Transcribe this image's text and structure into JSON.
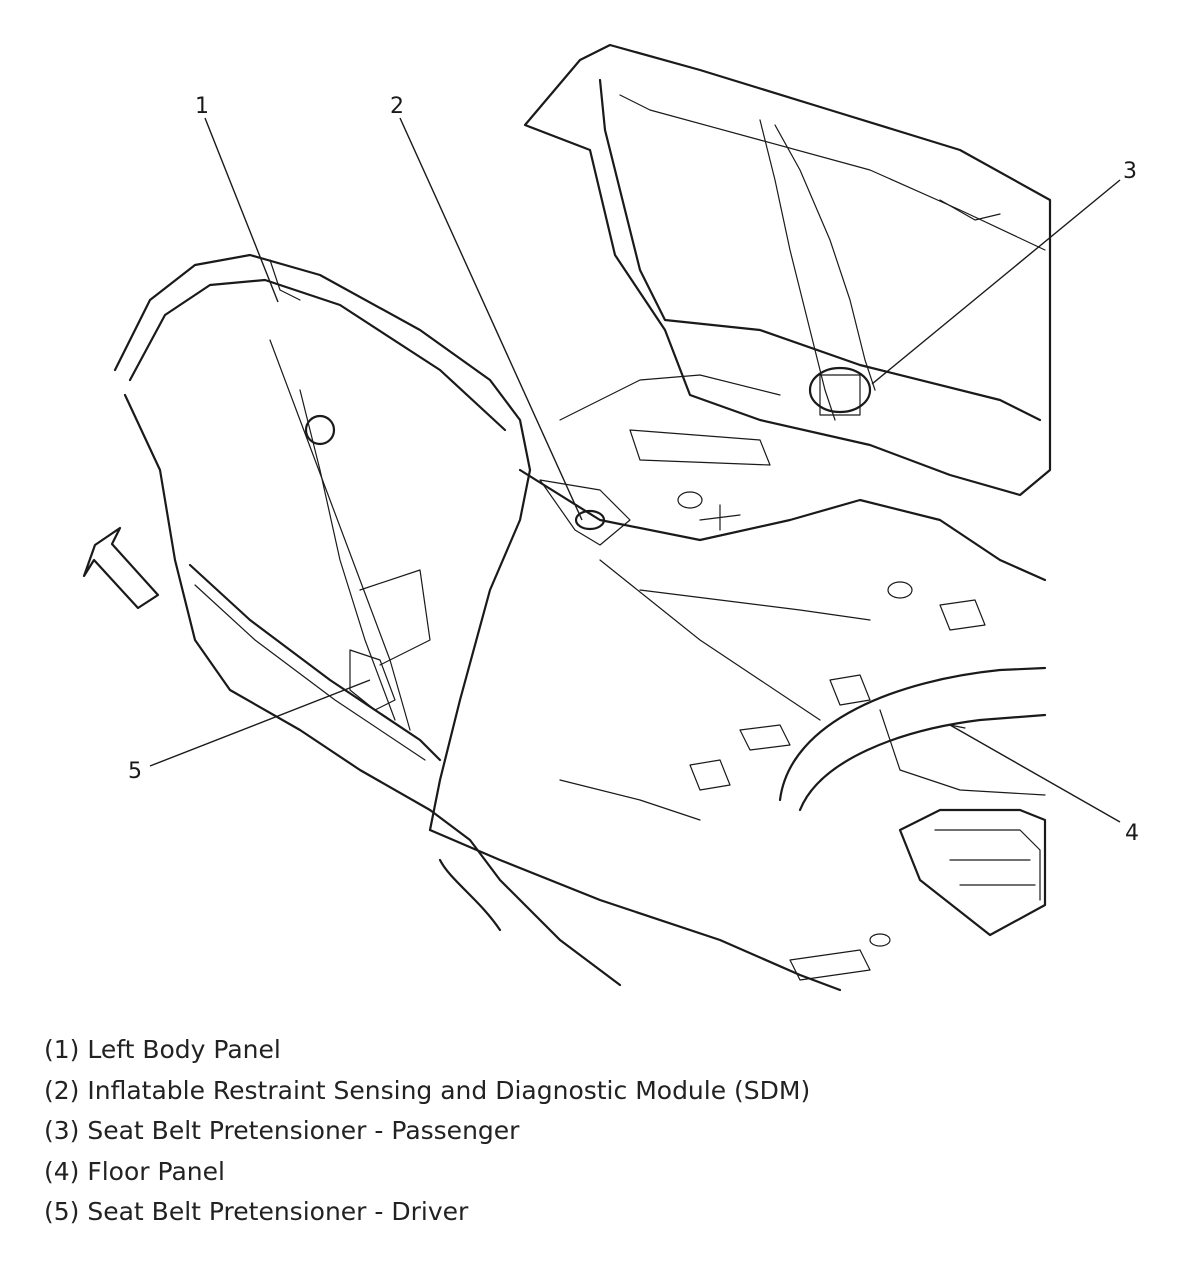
{
  "callouts": {
    "c1": "1",
    "c2": "2",
    "c3": "3",
    "c4": "4",
    "c5": "5"
  },
  "legend": [
    "(1) Left Body Panel",
    "(2) Inflatable Restraint Sensing and Diagnostic Module (SDM)",
    "(3) Seat Belt Pretensioner - Passenger",
    "(4) Floor Panel",
    "(5) Seat Belt Pretensioner - Driver"
  ],
  "icons": {
    "direction": "front-direction-arrow-icon"
  }
}
